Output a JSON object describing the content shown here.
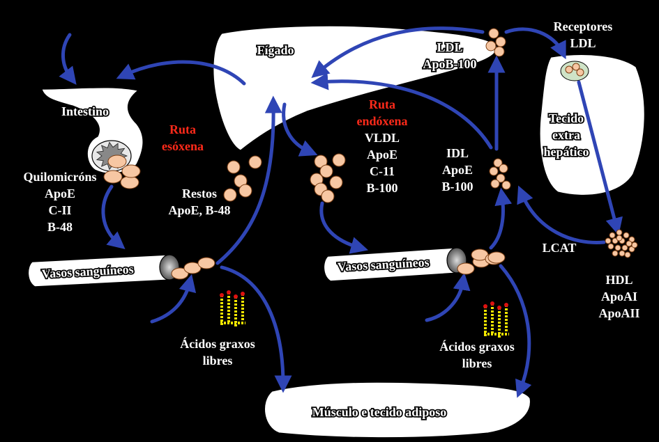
{
  "labels": {
    "figado": "Fígado",
    "intestino": "Intestino",
    "ruta_exogena_1": "Ruta",
    "ruta_exogena_2": "esóxena",
    "quilomicrons": "Quilomicróns",
    "quilo_apoe": "ApoE",
    "quilo_c2": "C-II",
    "quilo_b48": "B-48",
    "restos": "Restos",
    "restos_apo": "ApoE, B-48",
    "vasos_1": "Vasos sanguíneos",
    "vasos_2": "Vasos sanguíneos",
    "acidos_1": "Ácidos graxos",
    "libres_1": "libres",
    "acidos_2": "Ácidos graxos",
    "libres_2": "libres",
    "musculo": "Músculo e tecido adiposo",
    "ruta_endogena_1": "Ruta",
    "ruta_endogena_2": "endóxena",
    "vldl": "VLDL",
    "vldl_apoe": "ApoE",
    "vldl_c2": "C-11",
    "vldl_b100": "B-100",
    "idl": "IDL",
    "idl_apoe": "ApoE",
    "idl_b100": "B-100",
    "ldl": "LDL",
    "ldl_apo": "ApoB-100",
    "receptores": "Receptores",
    "receptores_ldl": "LDL",
    "tecido_1": "Tecido",
    "tecido_2": "extra",
    "tecido_3": "hepático",
    "lcat": "LCAT",
    "hdl": "HDL",
    "hdl_apoa1": "ApoAI",
    "hdl_apoa2": "ApoAII"
  },
  "colors": {
    "background": "#000000",
    "arrow": "#2f45b5",
    "particle_fill": "#f7c7a3",
    "label_text": "#ffffff",
    "route_label": "#ff2a1a",
    "fatty_acid": "#f2e600"
  }
}
